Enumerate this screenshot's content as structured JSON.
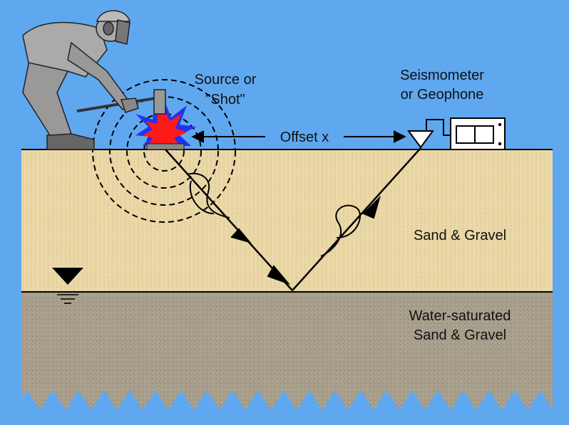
{
  "labels": {
    "source": [
      "Source or",
      "\"Shot\""
    ],
    "seismometer": [
      "Seismometer",
      "or Geophone"
    ],
    "offset": "Offset x",
    "upper_layer": "Sand & Gravel",
    "lower_layer": [
      "Water-saturated",
      "Sand & Gravel"
    ]
  },
  "colors": {
    "sky": "#5fa8f0",
    "sand": "#ead7a6",
    "saturated": "#a89f8c",
    "explosion_outer": "#2233ee",
    "explosion_inner": "#ff1a1a"
  },
  "icons": {
    "operator": "person-with-sledgehammer",
    "water_table": "water-table-triangle-icon",
    "recorder": "seismograph-recorder-icon"
  }
}
